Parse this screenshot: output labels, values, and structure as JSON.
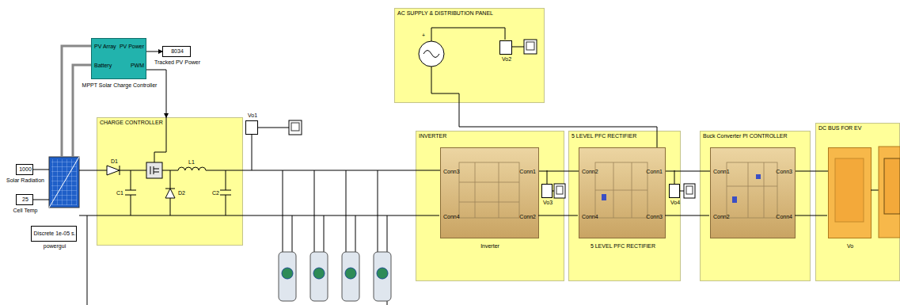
{
  "diagram": {
    "nodes": [
      {
        "text": [
          "1000",
          "Solar Radiation"
        ]
      },
      {
        "text": [
          "25",
          "Cell Temp"
        ]
      },
      {
        "text": [
          "Discrete 1e-05 s.",
          "powergui"
        ]
      },
      {
        "text": [
          "PV Array",
          "Battery",
          "PV Power",
          "PWM",
          "MPPT Solar Charge Controller"
        ]
      },
      {
        "text": [
          "8034",
          "Tracked PV Power"
        ]
      },
      {
        "text": [
          "CHARGE CONTROLLER"
        ]
      },
      {
        "text": [
          "Vo1"
        ]
      },
      {
        "text": [
          "AC SUPPLY & DISTRIBUTION PANEL"
        ]
      },
      {
        "text": [
          "Vo2"
        ],
        "in": 7
      },
      {
        "text": [
          "INVERTER"
        ]
      },
      {
        "text": [
          "Conn3",
          "Conn4",
          "Conn1",
          "Conn2",
          "Inverter"
        ],
        "in": 9
      },
      {
        "text": [
          "Vo3"
        ]
      },
      {
        "text": [
          "5 LEVEL PFC RECTIFIER"
        ]
      },
      {
        "text": [
          "Conn2",
          "Conn4",
          "Conn1",
          "Conn3",
          "5 LEVEL PFC RECTIFIER"
        ],
        "in": 12
      },
      {
        "text": [
          "Vo4"
        ]
      },
      {
        "text": [
          "Buck Converter PI CONTROLLER"
        ]
      },
      {
        "text": [
          "Conn1",
          "Conn2",
          "Conn3",
          "Conn4"
        ],
        "in": 15
      },
      {
        "text": [
          "DC BUS FOR EV"
        ]
      },
      {
        "text": [
          "Vo"
        ],
        "in": 17
      }
    ],
    "edges": [
      {
        "from": 3,
        "to": 4,
        "arrow": "to"
      },
      {
        "from": 3,
        "to": 5,
        "arrow": "to"
      },
      {
        "from": 5,
        "to": 10,
        "arrow": "none"
      },
      {
        "from": 7,
        "to": 13,
        "arrow": "none"
      },
      {
        "from": 10,
        "to": 13,
        "arrow": "none"
      },
      {
        "from": 13,
        "to": 16,
        "arrow": "none"
      },
      {
        "from": 16,
        "to": 18,
        "arrow": "none"
      }
    ],
    "labels": [
      "D1",
      "C1",
      "L1",
      "D2",
      "C2",
      "+"
    ]
  }
}
